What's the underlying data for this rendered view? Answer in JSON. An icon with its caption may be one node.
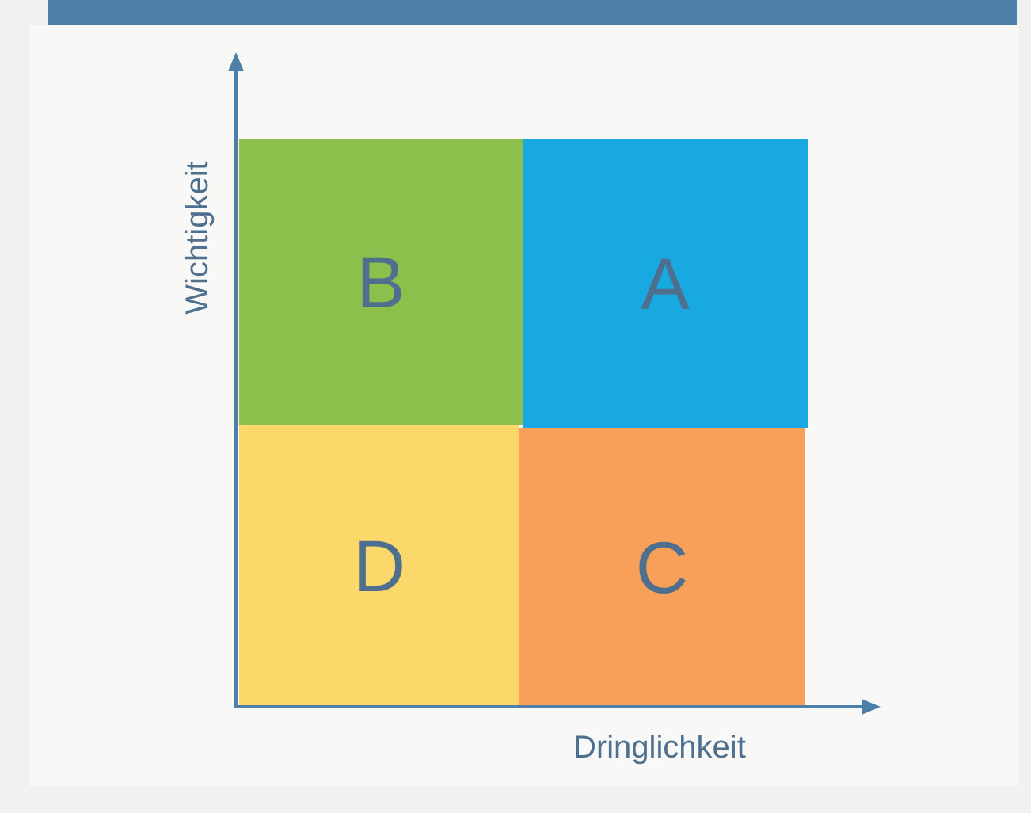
{
  "diagram": {
    "nodes": [
      {
        "text": [
          "B"
        ]
      },
      {
        "text": [
          "A"
        ]
      },
      {
        "text": [
          "D"
        ]
      },
      {
        "text": [
          "C"
        ]
      }
    ],
    "labels": [
      "Wichtigkeit",
      "Dringlichkeit"
    ]
  }
}
